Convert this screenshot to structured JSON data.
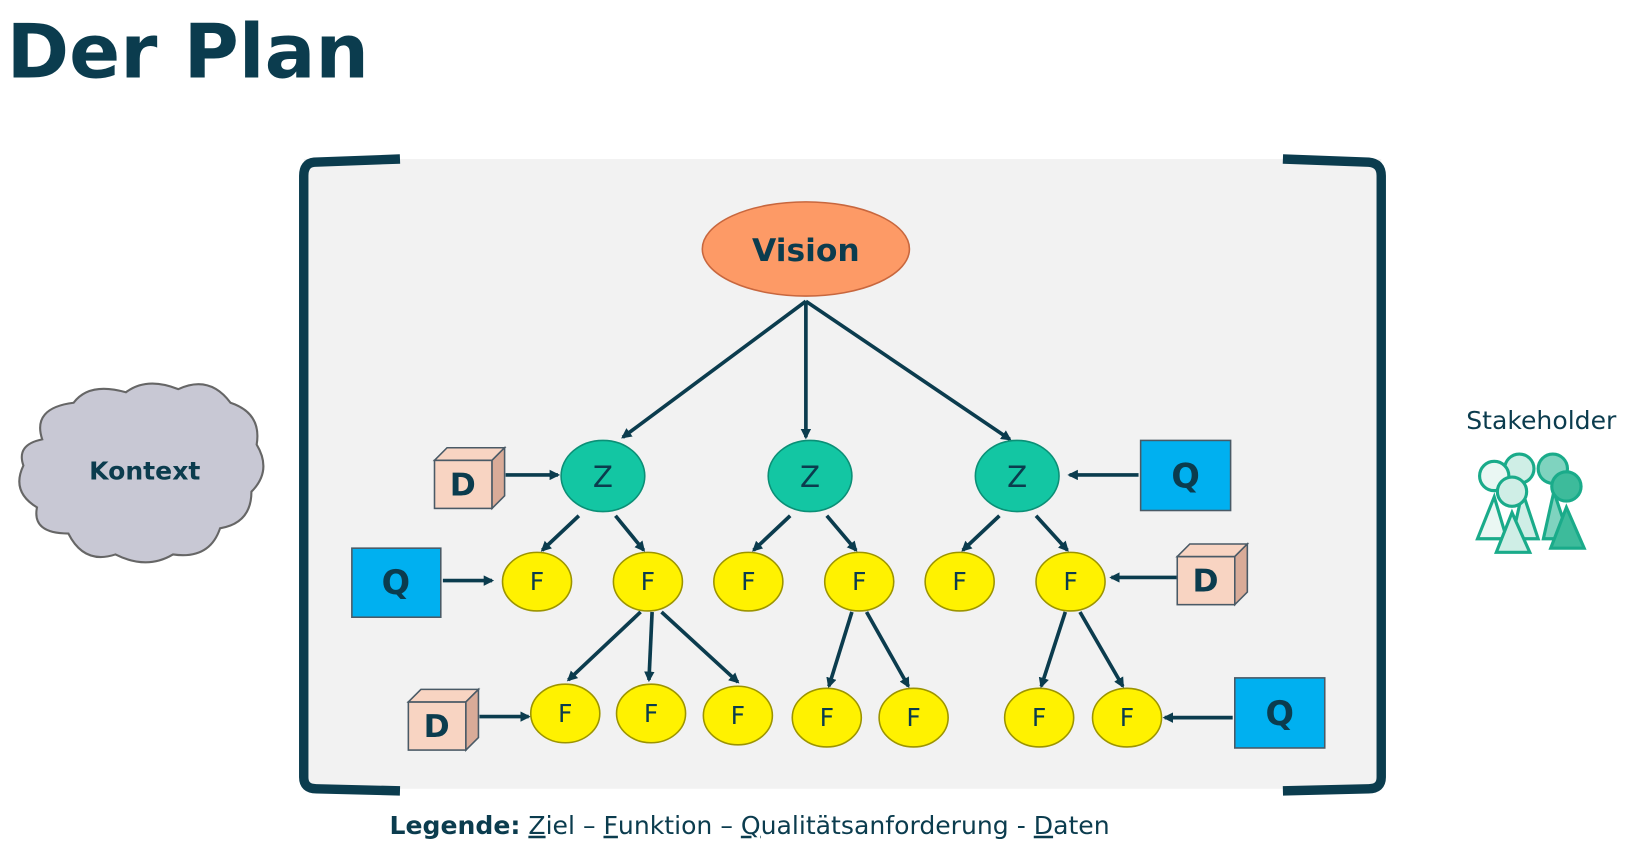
{
  "title": "Der Plan",
  "context": {
    "label": "Kontext"
  },
  "stakeholder": {
    "label": "Stakeholder"
  },
  "vision": {
    "label": "Vision"
  },
  "goal_label": "Z",
  "function_label": "F",
  "quality_label": "Q",
  "data_label": "D",
  "legend": {
    "prefix": "Legende:",
    "items": [
      {
        "initial": "Z",
        "rest": "iel"
      },
      {
        "sep": " – "
      },
      {
        "initial": "F",
        "rest": "unktion"
      },
      {
        "sep": " – "
      },
      {
        "initial": "Q",
        "rest": "ualitätsanforderung"
      },
      {
        "sep": " - "
      },
      {
        "initial": "D",
        "rest": "aten"
      }
    ]
  },
  "colors": {
    "dark": "#0b3c4e",
    "vision": "#fd9a66",
    "goal": "#13c6a3",
    "function": "#fff200",
    "quality": "#00b0f0",
    "data": "#f8d4c2",
    "context": "#c8c8d4",
    "stakeholder": "#1aab8a",
    "panel": "#f2f2f2"
  }
}
